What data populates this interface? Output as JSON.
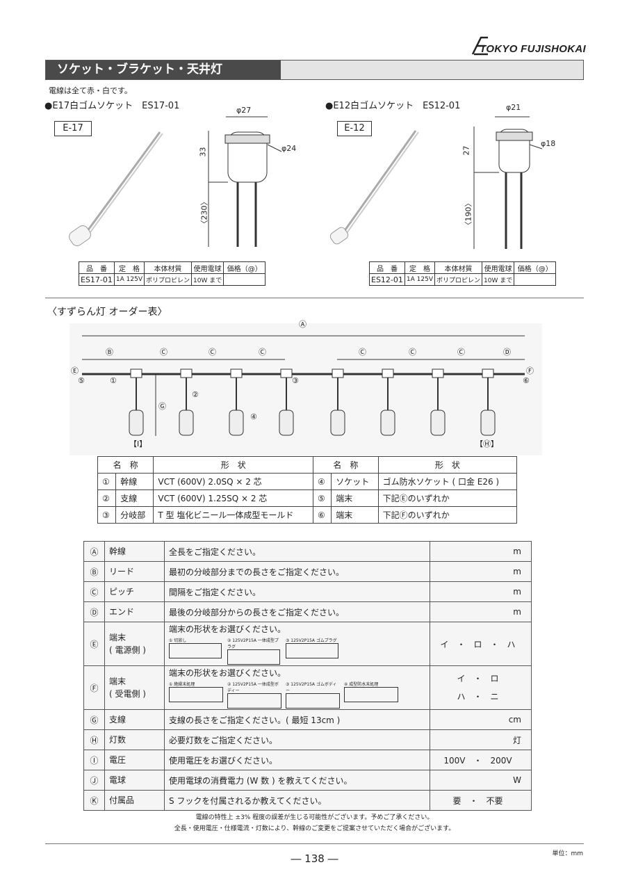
{
  "header": {
    "brand": "TOKYO FUJISHOKAI",
    "section_title": "ソケット・ブラケット・天井灯"
  },
  "note": "電線は全て赤・白です。",
  "products": [
    {
      "heading": "●E17白ゴムソケット　ES17-01",
      "label": "E-17",
      "dims": {
        "top_dia": "φ27",
        "inner_dia": "φ24",
        "height": "33",
        "wire": "〈230〉"
      },
      "table_headers": [
        "品　番",
        "定　格",
        "本体材質",
        "使用電球",
        "価格（@）"
      ],
      "table_row": [
        "ES17-01",
        "1A 125V",
        "ポリプロピレン",
        "10W まで",
        ""
      ]
    },
    {
      "heading": "●E12白ゴムソケット　ES12-01",
      "label": "E-12",
      "dims": {
        "top_dia": "φ21",
        "inner_dia": "φ18",
        "height": "27",
        "wire": "〈190〉"
      },
      "table_headers": [
        "品　番",
        "定　格",
        "本体材質",
        "使用電球",
        "価格（@）"
      ],
      "table_row": [
        "ES12-01",
        "1A 125V",
        "ポリプロピレン",
        "10W まで",
        ""
      ]
    }
  ],
  "order_title": "〈すずらん灯 オーダー表〉",
  "diagram": {
    "A": "Ⓐ",
    "B": "Ⓑ",
    "C": "Ⓒ",
    "D": "Ⓓ",
    "E": "Ⓔ",
    "F": "Ⓕ",
    "G": "Ⓖ",
    "n1": "①",
    "n2": "②",
    "n3": "③",
    "n4": "④",
    "n5": "⑤",
    "n6": "⑥",
    "first": "【I】",
    "last": "【Ⓗ】"
  },
  "parts_table": {
    "headers": [
      "名　称",
      "形　状",
      "名　称",
      "形　状"
    ],
    "rows": [
      [
        "①",
        "幹線",
        "VCT (600V) 2.0SQ × 2 芯",
        "④",
        "ソケット",
        "ゴム防水ソケット ( 口金 E26 )"
      ],
      [
        "②",
        "支線",
        "VCT (600V) 1.25SQ × 2 芯",
        "⑤",
        "端末",
        "下記Ⓔのいずれか"
      ],
      [
        "③",
        "分岐部",
        "T 型 塩化ビニール一体成型モールド",
        "⑥",
        "端末",
        "下記Ⓕのいずれか"
      ]
    ]
  },
  "order_rows": [
    {
      "c": "Ⓐ",
      "name": "幹線",
      "desc": "全長をご指定ください。",
      "value": "m"
    },
    {
      "c": "Ⓑ",
      "name": "リード",
      "desc": "最初の分岐部分までの長さをご指定ください。",
      "value": "m"
    },
    {
      "c": "Ⓒ",
      "name": "ピッチ",
      "desc": "間隔をご指定ください。",
      "value": "m"
    },
    {
      "c": "Ⓓ",
      "name": "エンド",
      "desc": "最後の分岐部分からの長さをご指定ください。",
      "value": "m"
    },
    {
      "c": "Ⓔ",
      "name": "端末\n( 電源側 )",
      "desc": "端末の形状をお選びください。",
      "value": "イ　・　ロ　・　ハ",
      "opts": [
        "① 切放し",
        "② 125V2P15A 一体成型プラグ",
        "③ 125V2P15A ゴムプラグ"
      ]
    },
    {
      "c": "Ⓕ",
      "name": "端末\n( 受電側 )",
      "desc": "端末の形状をお選びください。",
      "value": "イ　・　ロ\nハ　・　ニ",
      "opts": [
        "① 絶縁末処理",
        "② 125V2P15A 一体成型ボディー",
        "③ 125V2P15A ゴムボディー",
        "④ 成型防水末処理"
      ]
    },
    {
      "c": "Ⓖ",
      "name": "支線",
      "desc": "支線の長さをご指定ください。( 最短 13cm )",
      "value": "cm"
    },
    {
      "c": "Ⓗ",
      "name": "灯数",
      "desc": "必要灯数をご指定ください。",
      "value": "灯"
    },
    {
      "c": "Ⓘ",
      "name": "電圧",
      "desc": "使用電圧をお選びください。",
      "value": "100V　・　200V"
    },
    {
      "c": "Ⓙ",
      "name": "電球",
      "desc": "使用電球の消費電力 (W 数 ) を教えてください。",
      "value": "W"
    },
    {
      "c": "Ⓚ",
      "name": "付属品",
      "desc": "S フックを付属されるか教えてください。",
      "value": "要　・　不要"
    }
  ],
  "footnotes": [
    "電線の特性上 ±3% 程度の誤差が生じる可能性がございます。予めご了承ください。",
    "全長・使用電圧・仕様電流・灯数により、幹線のご変更をご提案させていただく場合がございます。"
  ],
  "page_number": "― 138 ―",
  "unit": "単位：mm"
}
